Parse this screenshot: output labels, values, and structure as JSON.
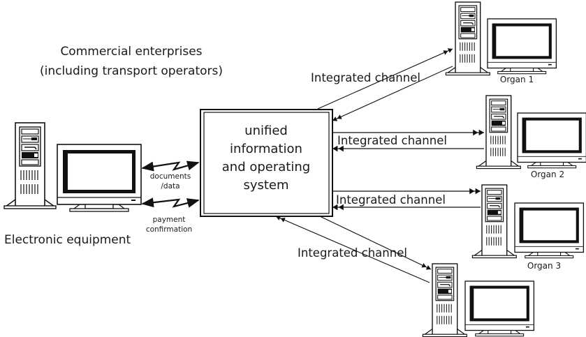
{
  "diagram": {
    "title_lines": [
      "Commercial enterprises",
      "(including transport operators)"
    ],
    "central_system": {
      "lines": [
        "unified",
        "information",
        "and operating",
        "system"
      ]
    },
    "left_station": {
      "label": "Electronic equipment",
      "links": [
        {
          "label_lines": [
            "documents",
            "/data"
          ]
        },
        {
          "label_lines": [
            "payment",
            "confirmation"
          ]
        }
      ]
    },
    "organs": [
      {
        "label": "Organ 1",
        "channel_label": "Integrated channel"
      },
      {
        "label": "Organ 2",
        "channel_label": "Integrated channel"
      },
      {
        "label": "Organ 3",
        "channel_label": "Integrated channel"
      },
      {
        "label": "",
        "channel_label": "Integrated channel"
      }
    ],
    "colors": {
      "line": "#1a1a1a",
      "background": "#ffffff"
    }
  }
}
